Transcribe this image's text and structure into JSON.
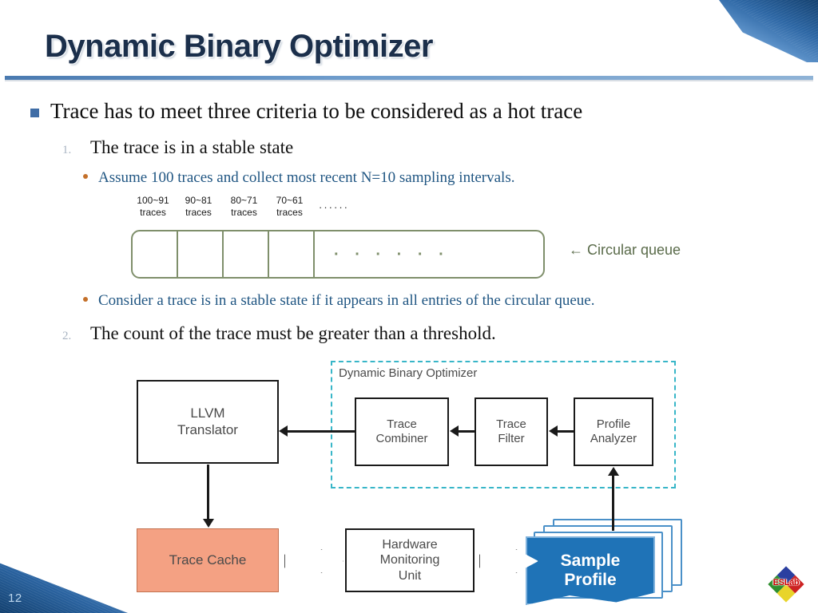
{
  "slide": {
    "title": "Dynamic Binary Optimizer",
    "page_number": "12",
    "logo_text": "ESLab"
  },
  "content": {
    "bullet_main": "Trace has to meet three criteria to be considered as a hot trace",
    "item1_number": "1.",
    "item1_text": "The trace is in a stable state",
    "item1_sub1": "Assume 100 traces and collect most  recent N=10 sampling intervals.",
    "item1_sub2": "Consider a trace is in a stable state if it appears in all entries of the circular queue.",
    "item2_number": "2.",
    "item2_text": "The count of the trace must be greater than a threshold."
  },
  "queue_figure": {
    "labels": [
      "100~91\ntraces",
      "90~81\ntraces",
      "80~71\ntraces",
      "70~61\ntraces"
    ],
    "label_line1": [
      "100~91",
      "90~81",
      "80~71",
      "70~61"
    ],
    "label_line2": [
      "traces",
      "traces",
      "traces",
      "traces"
    ],
    "ellipsis_top": "······",
    "ellipsis_inner": "· · · · · ·",
    "caption": "←  Circular queue",
    "border_color": "#7f8f6b",
    "caption_color": "#5a6b4a"
  },
  "diagram": {
    "group_label": "Dynamic Binary Optimizer",
    "group_border_color": "#38b6c8",
    "boxes": {
      "llvm": "LLVM\nTranslator",
      "llvm_line1": "LLVM",
      "llvm_line2": "Translator",
      "combiner_line1": "Trace",
      "combiner_line2": "Combiner",
      "filter_line1": "Trace",
      "filter_line2": "Filter",
      "analyzer_line1": "Profile",
      "analyzer_line2": "Analyzer",
      "trace_cache": "Trace Cache",
      "hmu_line1": "Hardware",
      "hmu_line2": "Monitoring",
      "hmu_line3": "Unit",
      "sample_line1": "Sample",
      "sample_line2": "Profile"
    },
    "colors": {
      "trace_cache_fill": "#f4a183",
      "sample_profile_fill": "#1f73b7"
    }
  }
}
